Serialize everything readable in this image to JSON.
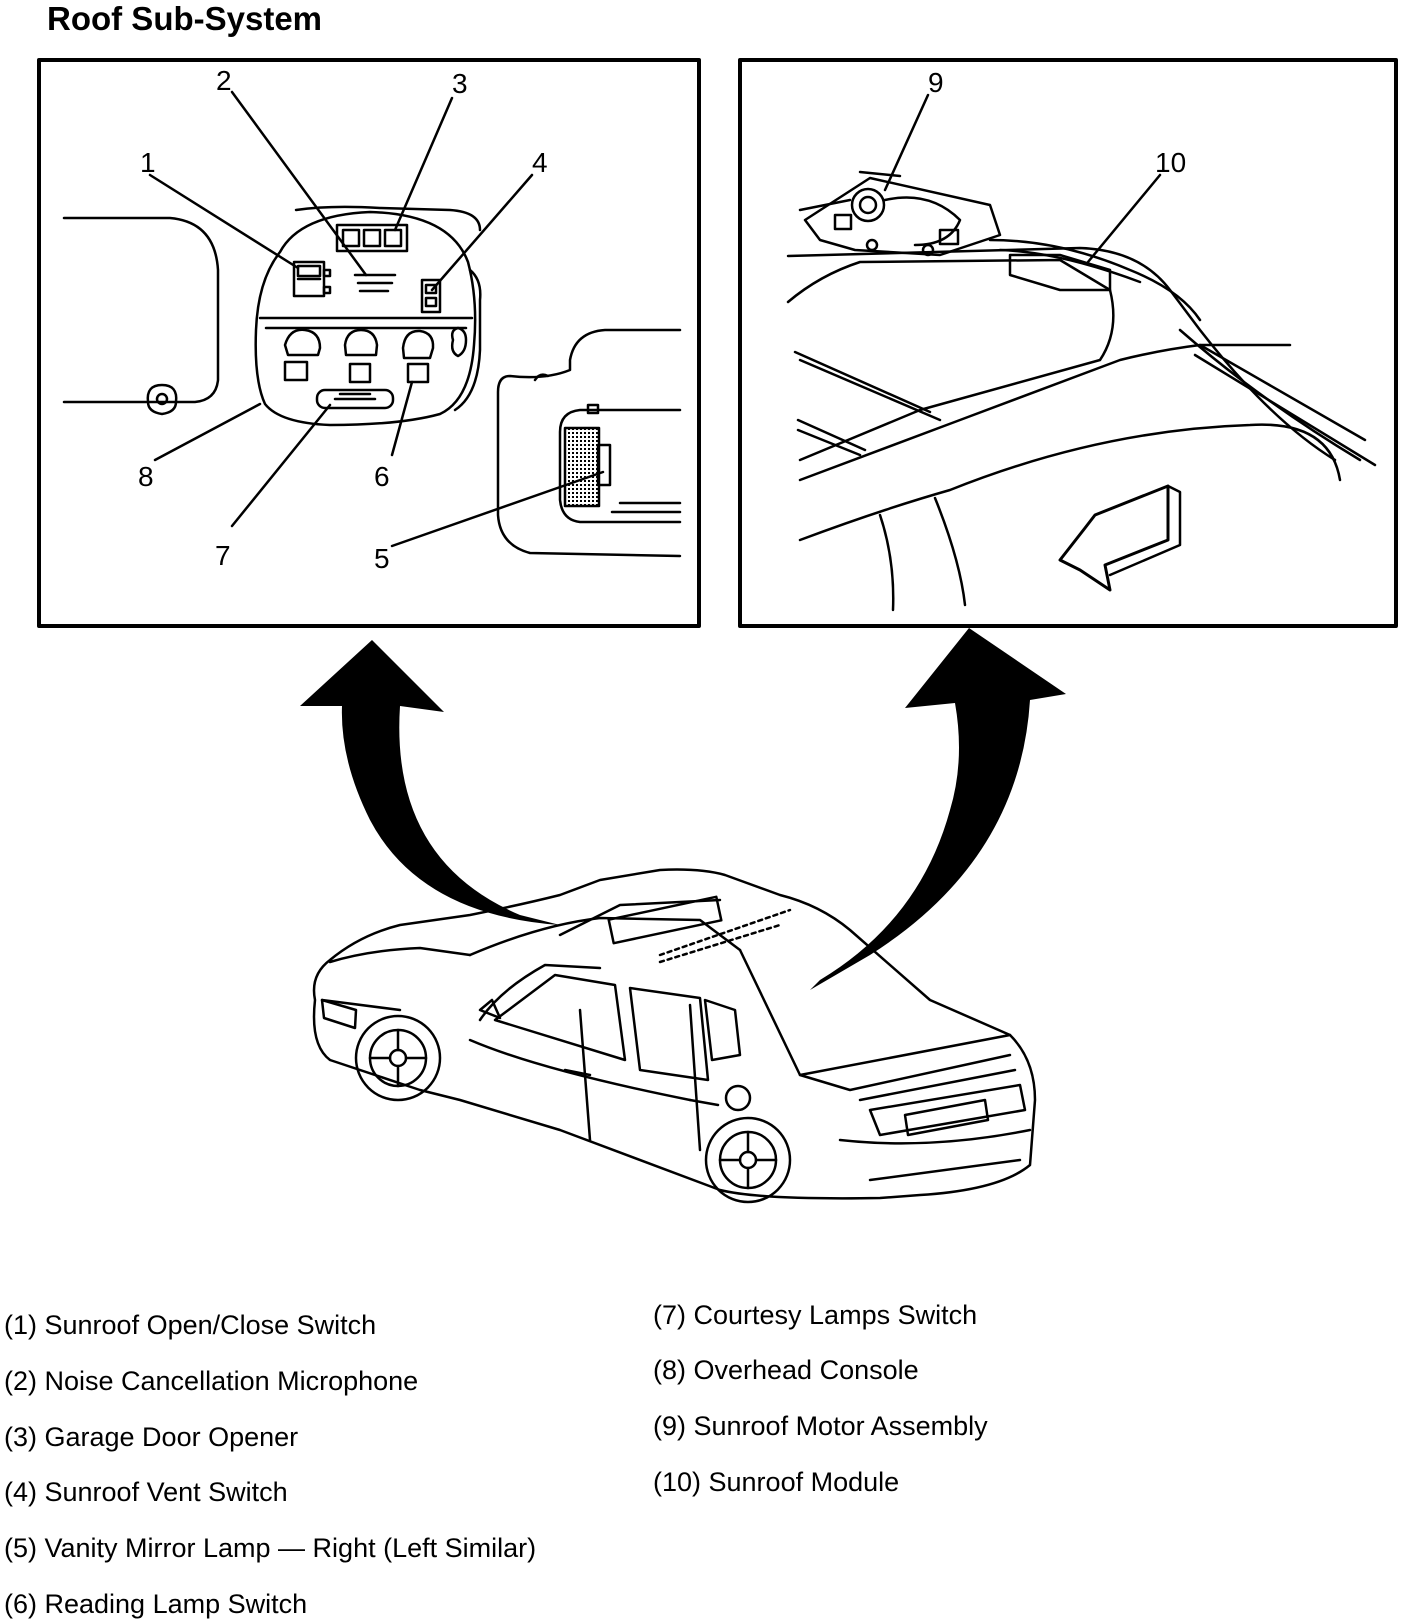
{
  "title": "Roof Sub-System",
  "callouts": {
    "c1": "1",
    "c2": "2",
    "c3": "3",
    "c4": "4",
    "c5": "5",
    "c6": "6",
    "c7": "7",
    "c8": "8",
    "c9": "9",
    "c10": "10"
  },
  "legend_left": [
    "(1) Sunroof Open/Close Switch",
    "(2) Noise Cancellation Microphone",
    "(3) Garage Door Opener",
    "(4) Sunroof Vent Switch",
    "(5) Vanity Mirror Lamp — Right (Left Similar)",
    "(6) Reading Lamp Switch"
  ],
  "legend_right": [
    "(7) Courtesy Lamps Switch",
    "(8) Overhead Console",
    "(9) Sunroof Motor Assembly",
    "(10) Sunroof Module"
  ]
}
